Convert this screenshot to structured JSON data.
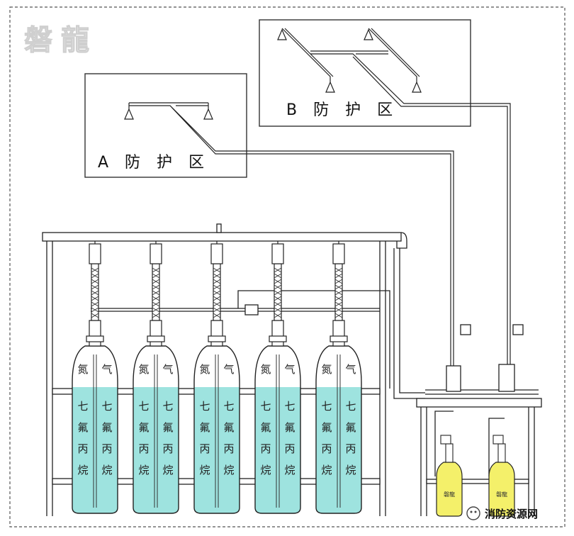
{
  "logo": {
    "text": "磐龍"
  },
  "zones": {
    "a": {
      "label": "A 防 护 区"
    },
    "b": {
      "label": "B 防 护 区"
    }
  },
  "cylinders": [
    {
      "upper": [
        "氮",
        "气"
      ],
      "lower": [
        [
          "七",
          "七"
        ],
        [
          "氟",
          "氟"
        ],
        [
          "丙",
          "丙"
        ],
        [
          "烷",
          "烷"
        ]
      ]
    },
    {
      "upper": [
        "氮",
        "气"
      ],
      "lower": [
        [
          "七",
          "七"
        ],
        [
          "氟",
          "氟"
        ],
        [
          "丙",
          "丙"
        ],
        [
          "烷",
          "烷"
        ]
      ]
    },
    {
      "upper": [
        "氮",
        "气"
      ],
      "lower": [
        [
          "七",
          "七"
        ],
        [
          "氟",
          "氟"
        ],
        [
          "丙",
          "丙"
        ],
        [
          "烷",
          "烷"
        ]
      ]
    },
    {
      "upper": [
        "氮",
        "气"
      ],
      "lower": [
        [
          "七",
          "七"
        ],
        [
          "氟",
          "氟"
        ],
        [
          "丙",
          "丙"
        ],
        [
          "烷",
          "烷"
        ]
      ]
    },
    {
      "upper": [
        "氮",
        "气"
      ],
      "lower": [
        [
          "七",
          "七"
        ],
        [
          "氟",
          "氟"
        ],
        [
          "丙",
          "丙"
        ],
        [
          "烷",
          "烷"
        ]
      ]
    }
  ],
  "pilot_cylinder_label": "磐龍",
  "watermark": {
    "text": "消防资源网"
  },
  "colors": {
    "agent_liquid": "#9ee3df",
    "pilot_cylinder": "#f4f06a",
    "line": "#222222"
  }
}
